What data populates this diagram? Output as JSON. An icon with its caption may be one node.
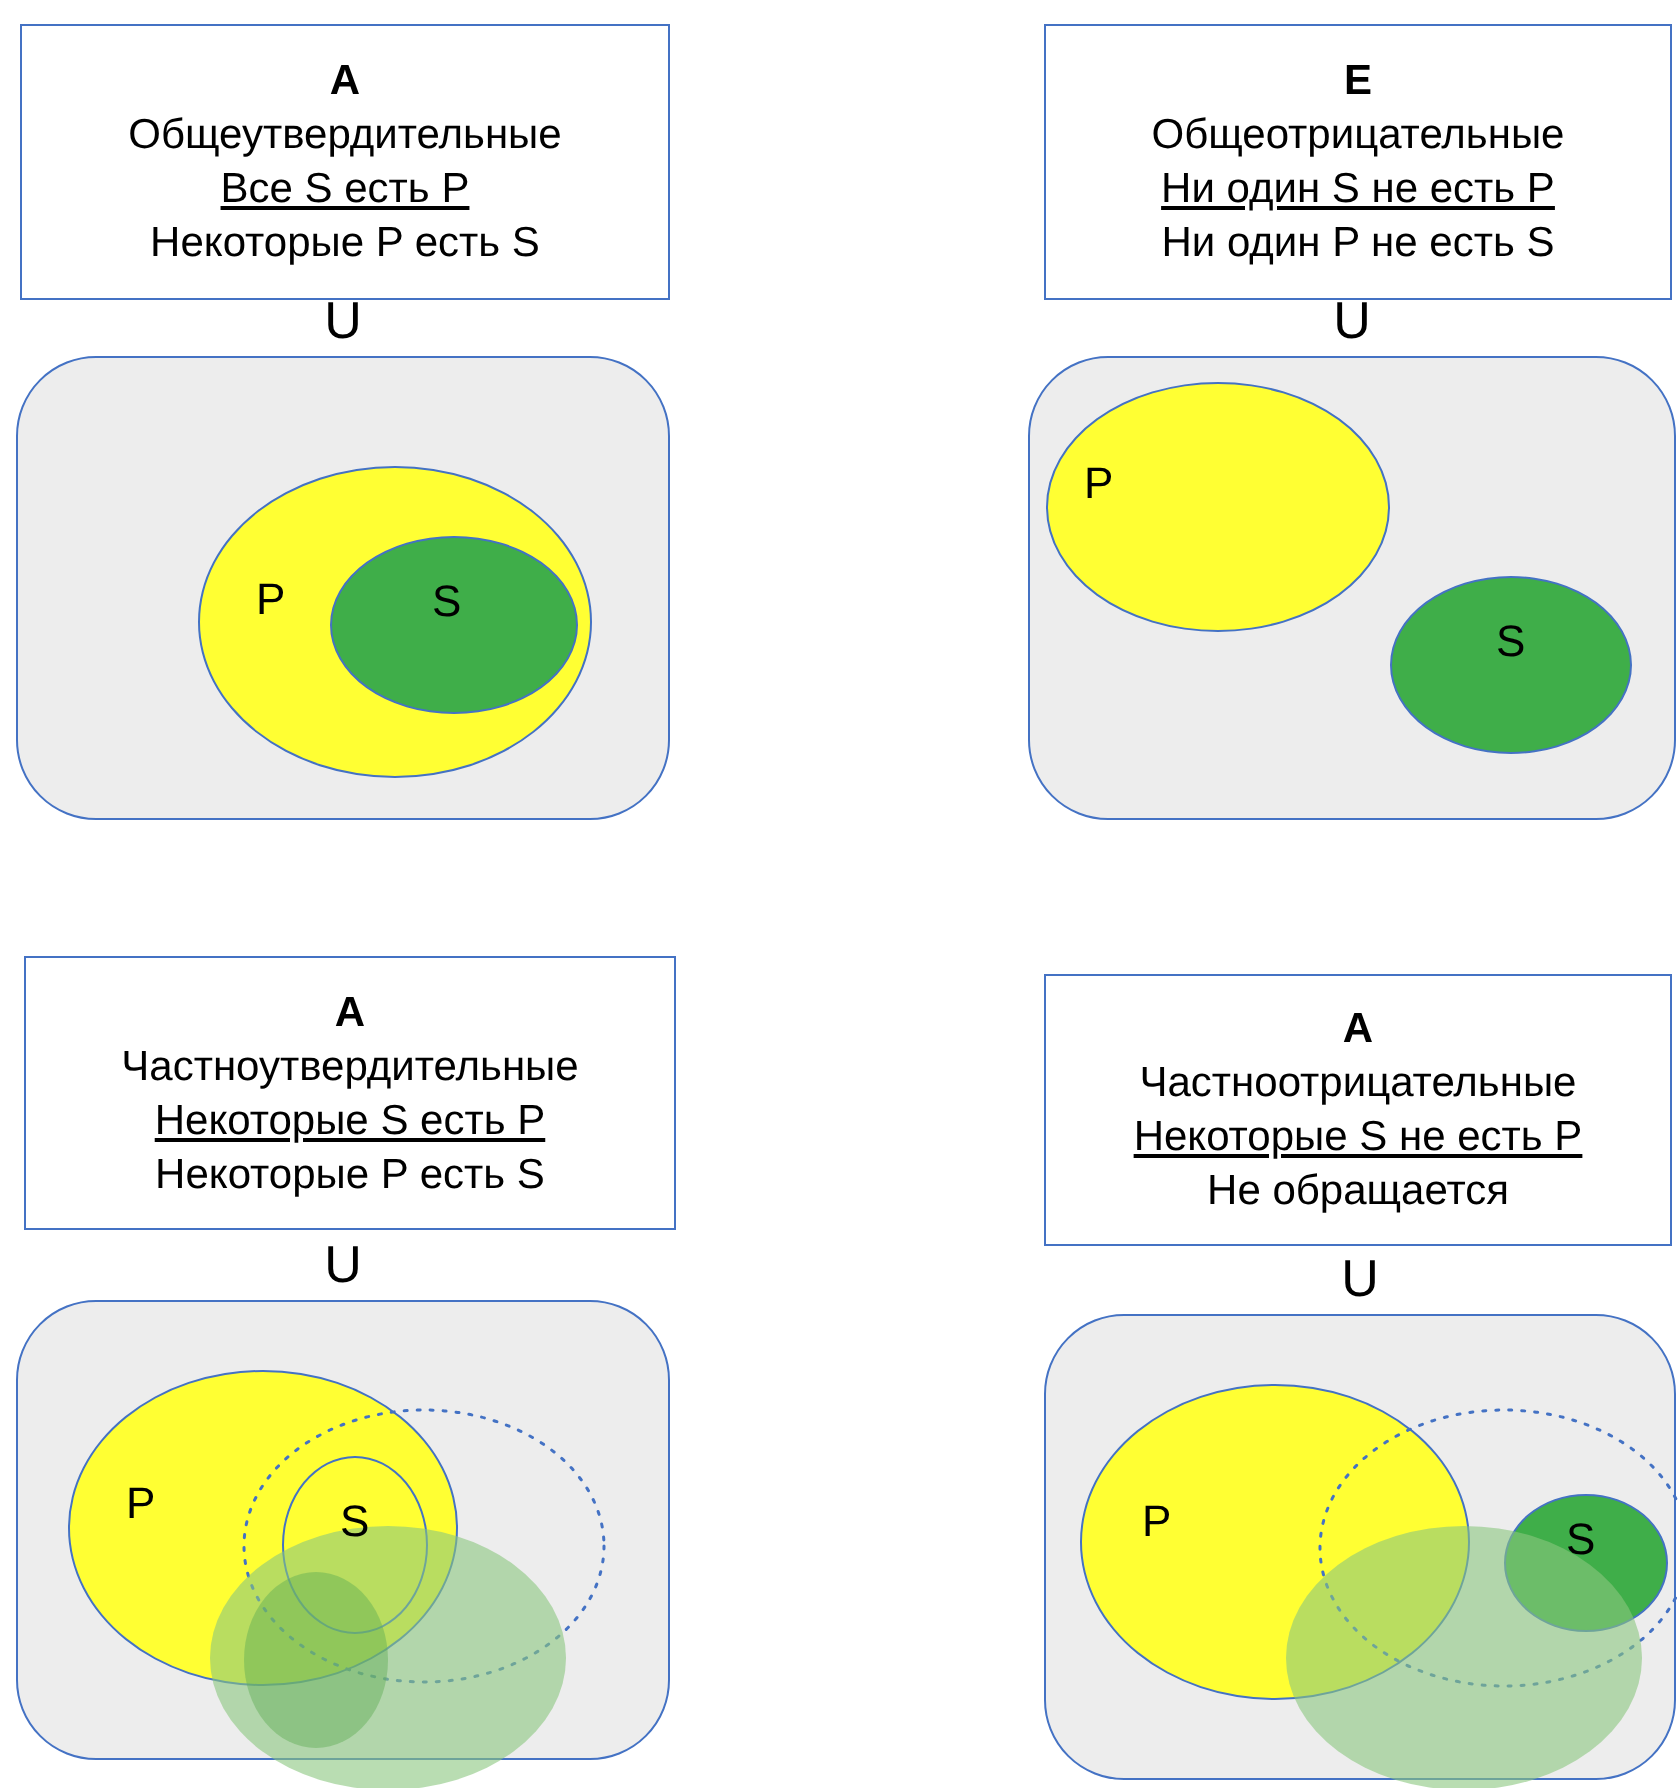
{
  "diagram": {
    "nodes": [
      {
        "text": [
          "A",
          "Общеутвердительные",
          "Все S есть P",
          "Некоторые P есть S"
        ]
      },
      {
        "text": [
          "U"
        ]
      },
      {
        "text": [
          "P"
        ],
        "in": 1
      },
      {
        "text": [
          "S"
        ],
        "in": 2
      },
      {
        "text": [
          "E",
          "Общеотрицательные",
          "Ни один S не есть P",
          "Ни один P не есть S"
        ]
      },
      {
        "text": [
          "U"
        ]
      },
      {
        "text": [
          "P"
        ],
        "in": 5
      },
      {
        "text": [
          "S"
        ],
        "in": 5
      },
      {
        "text": [
          "A",
          "Частноутвердительные",
          "Некоторые S есть P",
          "Некоторые P есть S"
        ]
      },
      {
        "text": [
          "U"
        ]
      },
      {
        "text": [
          "P"
        ],
        "in": 9
      },
      {
        "text": [
          "S"
        ],
        "in": 10
      },
      {
        "text": [
          "A",
          "Частноотрицательные",
          "Некоторые S не есть P",
          "Не обращается"
        ]
      },
      {
        "text": [
          "U"
        ]
      },
      {
        "text": [
          "P"
        ],
        "in": 13
      },
      {
        "text": [
          "S"
        ],
        "in": 13
      }
    ]
  }
}
